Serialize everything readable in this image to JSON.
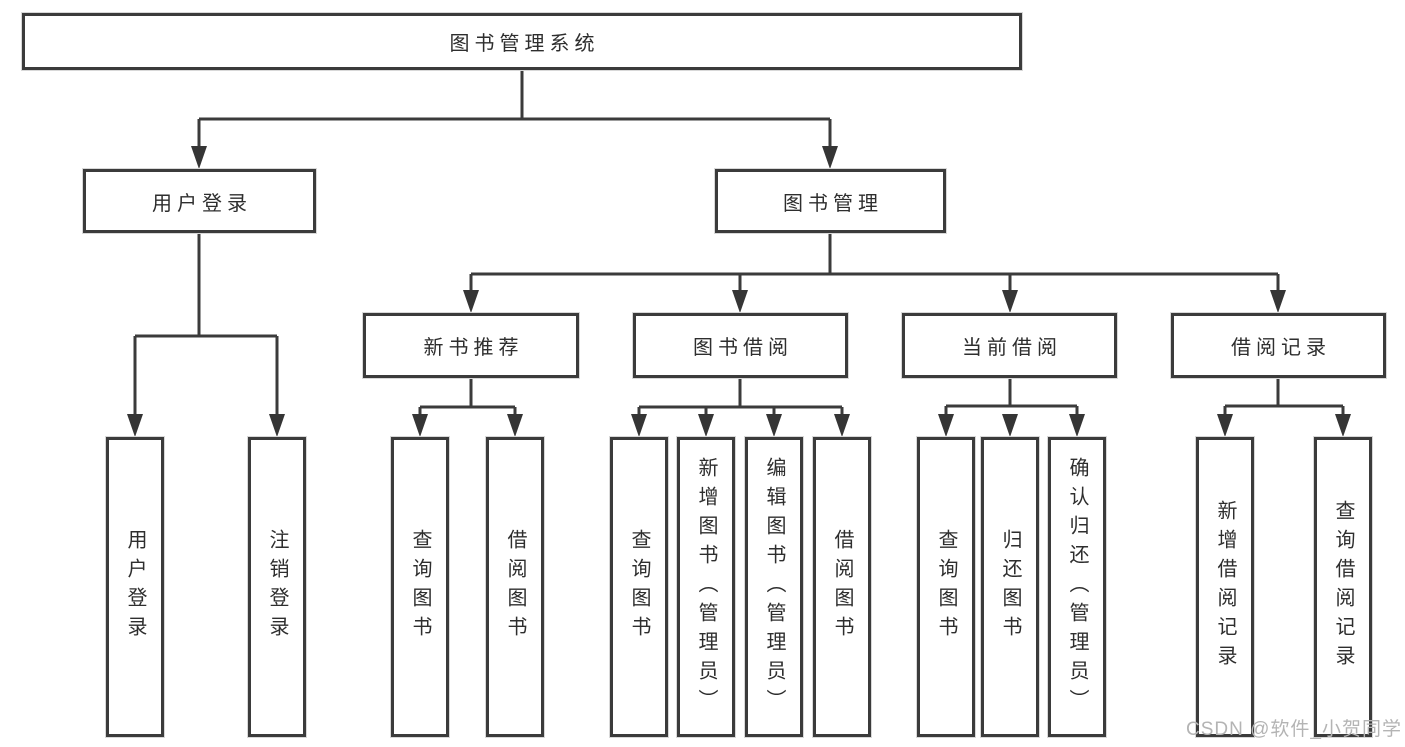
{
  "title": "图书管理系统",
  "tree": {
    "label": "图书管理系统",
    "children": [
      {
        "label": "用户登录",
        "children": [
          {
            "label": "用户登录"
          },
          {
            "label": "注销登录"
          }
        ]
      },
      {
        "label": "图书管理",
        "children": [
          {
            "label": "新书推荐",
            "children": [
              {
                "label": "查询图书"
              },
              {
                "label": "借阅图书"
              }
            ]
          },
          {
            "label": "图书借阅",
            "children": [
              {
                "label": "查询图书"
              },
              {
                "label": "新增图书（管理员）"
              },
              {
                "label": "编辑图书（管理员）"
              },
              {
                "label": "借阅图书"
              }
            ]
          },
          {
            "label": "当前借阅",
            "children": [
              {
                "label": "查询图书"
              },
              {
                "label": "归还图书"
              },
              {
                "label": "确认归还（管理员）"
              }
            ]
          },
          {
            "label": "借阅记录",
            "children": [
              {
                "label": "新增借阅记录"
              },
              {
                "label": "查询借阅记录"
              }
            ]
          }
        ]
      }
    ]
  },
  "watermark": "CSDN @软件_小贺同学",
  "colors": {
    "line": "#3b3b3b",
    "text": "#2e2e2e",
    "watermark": "#b4b4b4",
    "background": "#ffffff"
  }
}
